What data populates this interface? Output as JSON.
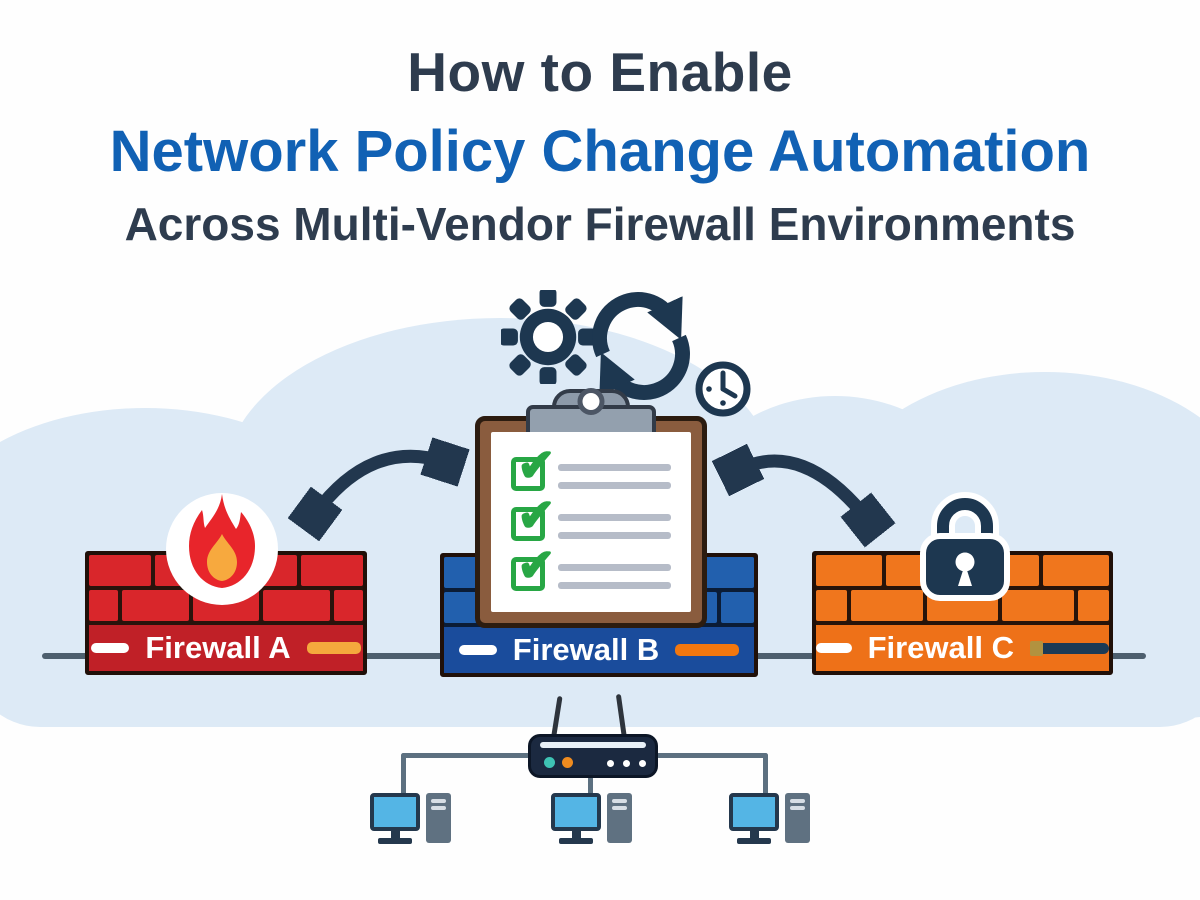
{
  "title": {
    "line1": "How to Enable",
    "line2": "Network Policy Change Automation",
    "line3": "Across Multi-Vendor Firewall Environments"
  },
  "glyphs": {
    "check": "✔"
  },
  "diagram": {
    "top_icons": [
      "gear-icon",
      "sync-arrows-icon",
      "clock-icon"
    ],
    "clipboard": {
      "description": "policy checklist",
      "rows_checked": 3
    },
    "firewalls": [
      {
        "label": "Firewall A",
        "badge": "flame-icon"
      },
      {
        "label": "Firewall B",
        "badge": "clipboard-checklist"
      },
      {
        "label": "Firewall C",
        "badge": "padlock-icon"
      }
    ],
    "network": {
      "device": "wireless-router",
      "workstations": 3
    }
  },
  "colors": {
    "title_dark": "#2e3c4e",
    "title_blue": "#1161b4",
    "navy": "#1d3750",
    "arrow": "#22374e",
    "cloud": "#ddeaf6",
    "fw_a_brick": "#d9262b",
    "fw_a_label": "#c02027",
    "fw_b_brick": "#2260ae",
    "fw_b_label": "#1a4c9c",
    "fw_c_brick": "#f0761d",
    "fw_c_label": "#ee7118",
    "accent_a": "#f5a93d",
    "accent_b": "#f2770f",
    "accent_c": "#1c3a55",
    "check_green": "#28a745",
    "paper_line": "#b6bcc8",
    "clip_brown": "#8a5c3e",
    "wire": "#5c7080",
    "wire_dark": "#4d5f6e",
    "router": "#1b2940",
    "screen": "#54b5e5",
    "flame_red": "#e8252b",
    "flame_orange": "#f7a93e"
  }
}
